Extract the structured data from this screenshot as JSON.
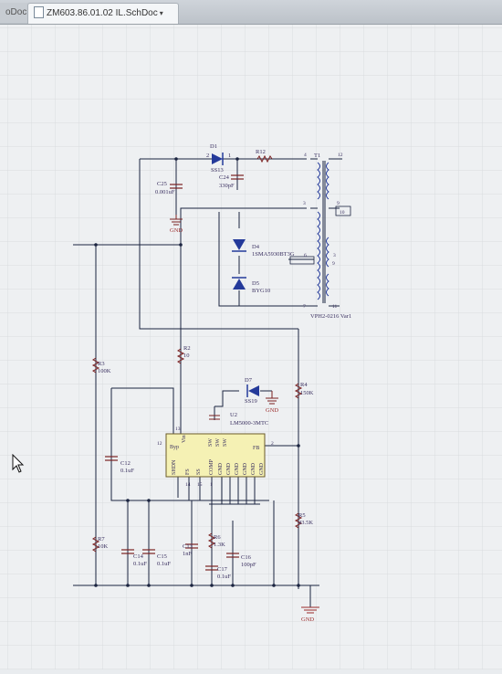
{
  "tabs": {
    "inactive_label": "oDoc",
    "active_label": "ZM603.86.01.02 IL.SchDoc",
    "active_arrow": "▾"
  },
  "schematic": {
    "parts": [
      {
        "ref": "D1",
        "value": "SS13"
      },
      {
        "ref": "R12",
        "value": ""
      },
      {
        "ref": "C25",
        "value": "0.001uF"
      },
      {
        "ref": "C24",
        "value": "330pF"
      },
      {
        "ref": "T1",
        "value": "VPH2-0216 Var1"
      },
      {
        "ref": "D4",
        "value": "1SMA5930BT3G"
      },
      {
        "ref": "D5",
        "value": "BYG10"
      },
      {
        "ref": "R3",
        "value": "100K"
      },
      {
        "ref": "R2",
        "value": "10"
      },
      {
        "ref": "D7",
        "value": "SS19"
      },
      {
        "ref": "R4",
        "value": "150K"
      },
      {
        "ref": "U2",
        "value": "LM5000-3MTC"
      },
      {
        "ref": "C12",
        "value": "0.1uF"
      },
      {
        "ref": "R7",
        "value": "10K"
      },
      {
        "ref": "C14",
        "value": "0.1uF"
      },
      {
        "ref": "C15",
        "value": "0.1uF"
      },
      {
        "ref": "C13",
        "value": "1nF"
      },
      {
        "ref": "R6",
        "value": "1.3K"
      },
      {
        "ref": "C17",
        "value": "0.1uF"
      },
      {
        "ref": "C16",
        "value": "100pF"
      },
      {
        "ref": "R5",
        "value": "43.5K"
      }
    ],
    "gnd_label": "GND",
    "ic_pins_top": [
      "Byp",
      "Vin",
      "SW",
      "SW",
      "SW",
      "FB"
    ],
    "ic_pins_bottom": [
      "SHDN",
      "FS",
      "SS",
      "COMP",
      "GND",
      "GND",
      "GND",
      "GND",
      "GND",
      "GND"
    ],
    "pin_numbers": [
      "12",
      "13",
      "2",
      "14",
      "15",
      "1",
      "2",
      "3",
      "4",
      "5",
      "6",
      "7",
      "8",
      "9",
      "10",
      "11",
      "12",
      "9",
      "10",
      "4",
      "5",
      "3",
      "6",
      "7",
      "8"
    ],
    "d1_pins": [
      "2",
      "1"
    ]
  },
  "colors": {
    "wire": "#1b2440",
    "label": "#3a3060",
    "part_blue": "#243a9a",
    "ic_fill": "#f5f1b4",
    "ic_border": "#6a5a2a",
    "gnd_red": "#9a2a2a"
  }
}
